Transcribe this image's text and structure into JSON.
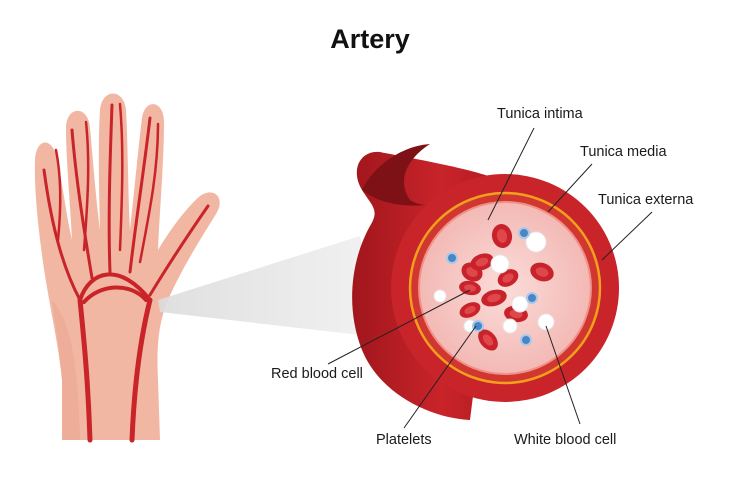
{
  "title": "Artery",
  "labels": {
    "tunica_intima": "Tunica intima",
    "tunica_media": "Tunica media",
    "tunica_externa": "Tunica externa",
    "red_blood_cell": "Red blood cell",
    "platelets": "Platelets",
    "white_blood_cell": "White blood cell"
  },
  "colors": {
    "skin": "#f2b7a2",
    "skin_dark": "#e59f88",
    "vessel": "#c8242a",
    "vessel_dark": "#8e1418",
    "lumen": "#f6c9c6",
    "media_ring": "#f2a01e",
    "red_cell": "#c8232b",
    "platelet": "#4a86c5",
    "white_cell": "#ffffff"
  }
}
